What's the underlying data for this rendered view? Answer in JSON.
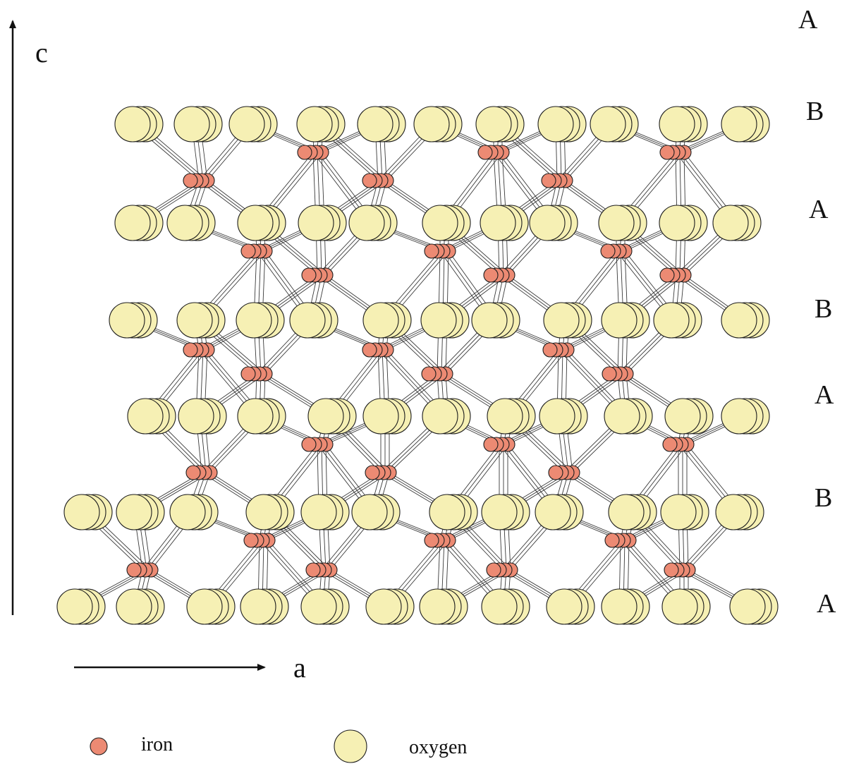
{
  "figure": {
    "axes": {
      "vertical_label": "c",
      "horizontal_label": "a"
    },
    "layer_labels": [
      "A",
      "B",
      "A",
      "B",
      "A",
      "B",
      "A"
    ],
    "legend": [
      {
        "label": "iron",
        "symbol": "small-circle-icon",
        "color": "#ec8a73"
      },
      {
        "label": "oxygen",
        "symbol": "large-circle-icon",
        "color": "#f6f0b4"
      }
    ],
    "colors": {
      "iron": "#ec8a73",
      "oxygen": "#f6f0b4",
      "outline": "#1e1e1e",
      "bond": "#3a3a3a"
    }
  }
}
